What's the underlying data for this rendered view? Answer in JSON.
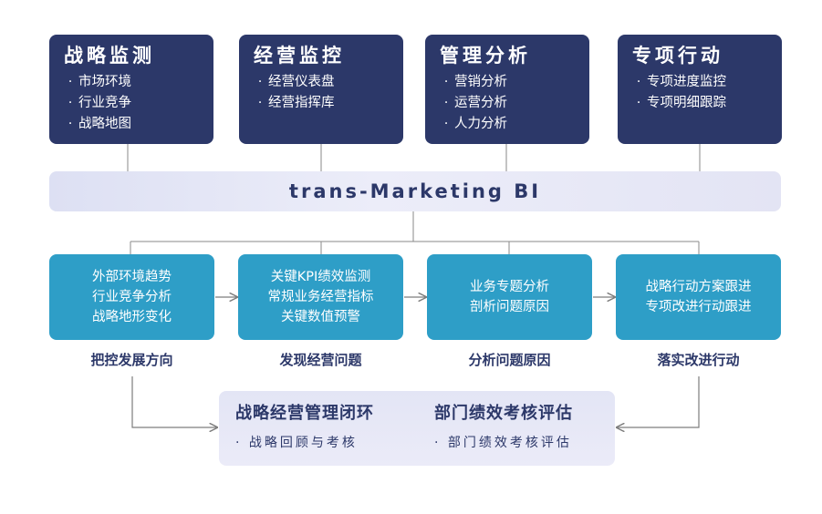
{
  "top_cards": [
    {
      "title": "战略监测",
      "items": [
        "市场环境",
        "行业竞争",
        "战略地图"
      ]
    },
    {
      "title": "经营监控",
      "items": [
        "经营仪表盘",
        "经营指挥库"
      ]
    },
    {
      "title": "管理分析",
      "items": [
        "营销分析",
        "运营分析",
        "人力分析"
      ]
    },
    {
      "title": "专项行动",
      "items": [
        "专项进度监控",
        "专项明细跟踪"
      ]
    }
  ],
  "bi_bar": {
    "label": "trans-Marketing BI"
  },
  "process_cards": [
    {
      "lines": [
        "外部环境趋势",
        "行业竞争分析",
        "战略地形变化"
      ],
      "caption": "把控发展方向"
    },
    {
      "lines": [
        "关键KPI绩效监测",
        "常规业务经营指标",
        "关键数值预警"
      ],
      "caption": "发现经营问题"
    },
    {
      "lines": [
        "业务专题分析",
        "剖析问题原因"
      ],
      "caption": "分析问题原因"
    },
    {
      "lines": [
        "战略行动方案跟进",
        "专项改进行动跟进"
      ],
      "caption": "落实改进行动"
    }
  ],
  "bottom": {
    "left": {
      "title": "战略经营管理闭环",
      "sub": "· 战略回顾与考核"
    },
    "right": {
      "title": "部门绩效考核评估",
      "sub": "· 部门绩效考核评估"
    }
  },
  "colors": {
    "navy": "#2c3869",
    "teal": "#2e9ec7",
    "lavender": "#e3e5f5",
    "line": "#8a8a8a"
  }
}
